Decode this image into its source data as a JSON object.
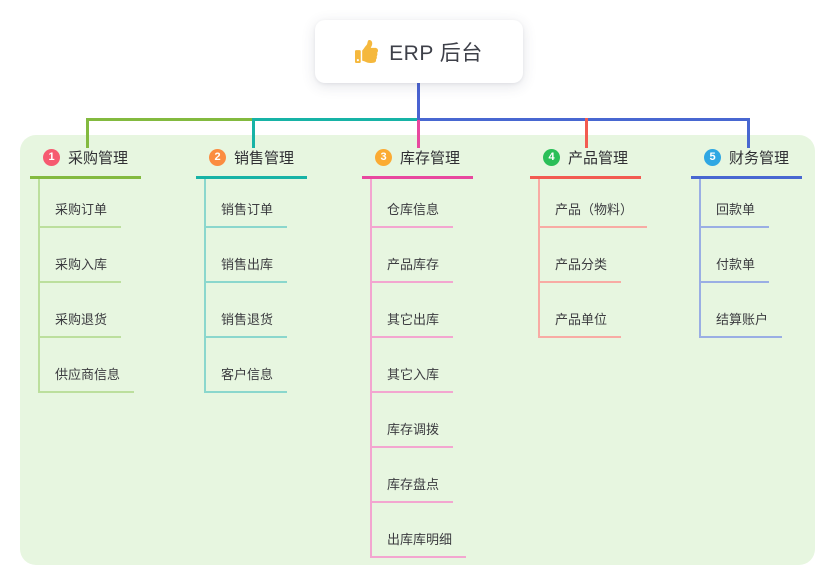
{
  "root": {
    "title": "ERP 后台",
    "icon": "thumbs-up-icon",
    "icon_color": "#f5b83d",
    "line_color": "#4a63d2"
  },
  "panel": {
    "background": "#e7f6e0"
  },
  "branches": [
    {
      "index": "1",
      "title": "采购管理",
      "color": "#83ba3f",
      "light_color": "#bcdf9d",
      "badge_color": "#f65a70",
      "children": [
        "采购订单",
        "采购入库",
        "采购退货",
        "供应商信息"
      ]
    },
    {
      "index": "2",
      "title": "销售管理",
      "color": "#17b3a6",
      "light_color": "#8bd7cd",
      "badge_color": "#fb8c40",
      "children": [
        "销售订单",
        "销售出库",
        "销售退货",
        "客户信息"
      ]
    },
    {
      "index": "3",
      "title": "库存管理",
      "color": "#e8489f",
      "light_color": "#f3a6d0",
      "badge_color": "#fbab33",
      "children": [
        "仓库信息",
        "产品库存",
        "其它出库",
        "其它入库",
        "库存调拨",
        "库存盘点",
        "出库库明细"
      ]
    },
    {
      "index": "4",
      "title": "产品管理",
      "color": "#f25b51",
      "light_color": "#f8aba4",
      "badge_color": "#2abf58",
      "children": [
        "产品（物料）",
        "产品分类",
        "产品单位"
      ]
    },
    {
      "index": "5",
      "title": "财务管理",
      "color": "#4867d1",
      "light_color": "#9aaee4",
      "badge_color": "#2fa7e3",
      "children": [
        "回款单",
        "付款单",
        "结算账户"
      ]
    }
  ]
}
